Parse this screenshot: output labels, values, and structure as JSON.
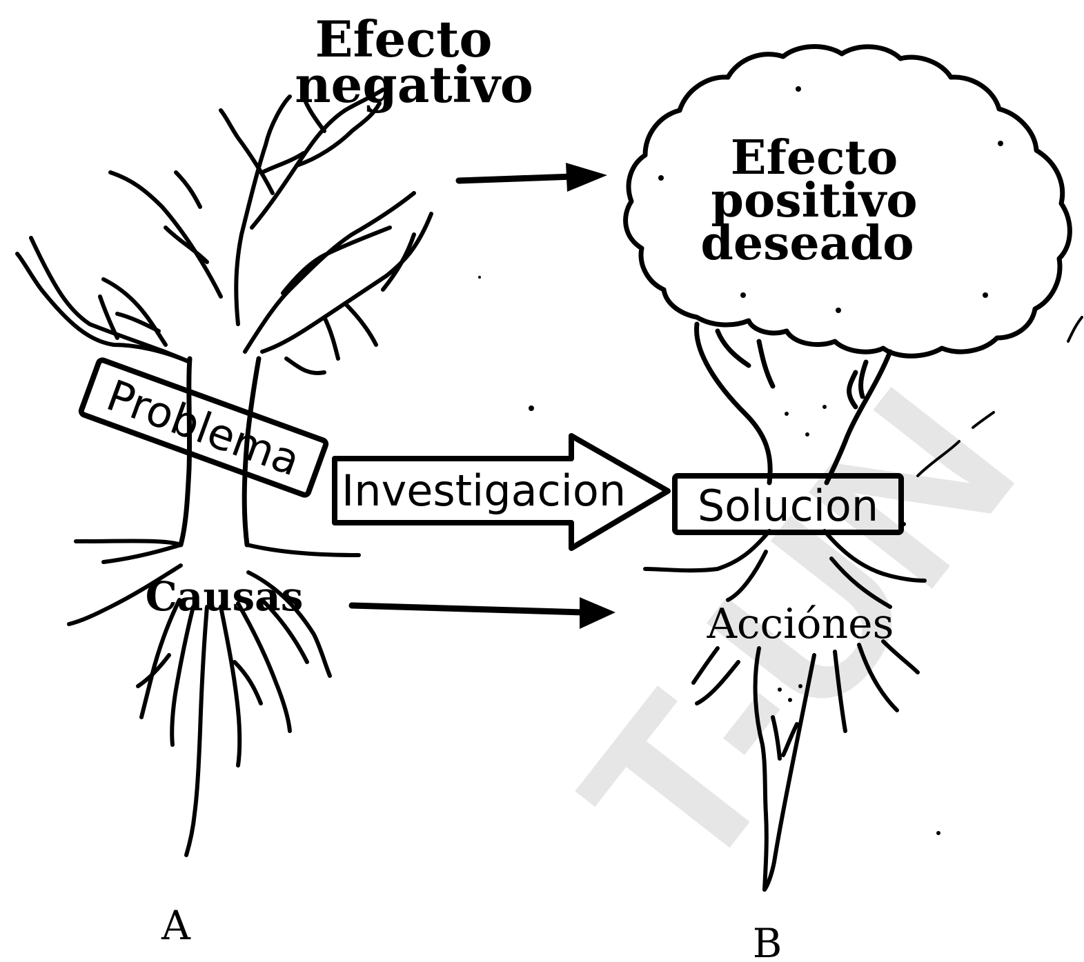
{
  "tree_a": {
    "letter": "A",
    "top_label_line1": "Efecto",
    "top_label_line2": "negativo",
    "trunk_box_label": "Problema",
    "roots_label": "Causas"
  },
  "tree_b": {
    "letter": "B",
    "crown_line1": "Efecto",
    "crown_line2": "positivo",
    "crown_line3": "deseado",
    "trunk_box_label": "Solucion",
    "roots_label": "Acciónes"
  },
  "center_arrow": {
    "label": "Investigacion"
  },
  "watermark": {
    "text": "T-UN"
  }
}
